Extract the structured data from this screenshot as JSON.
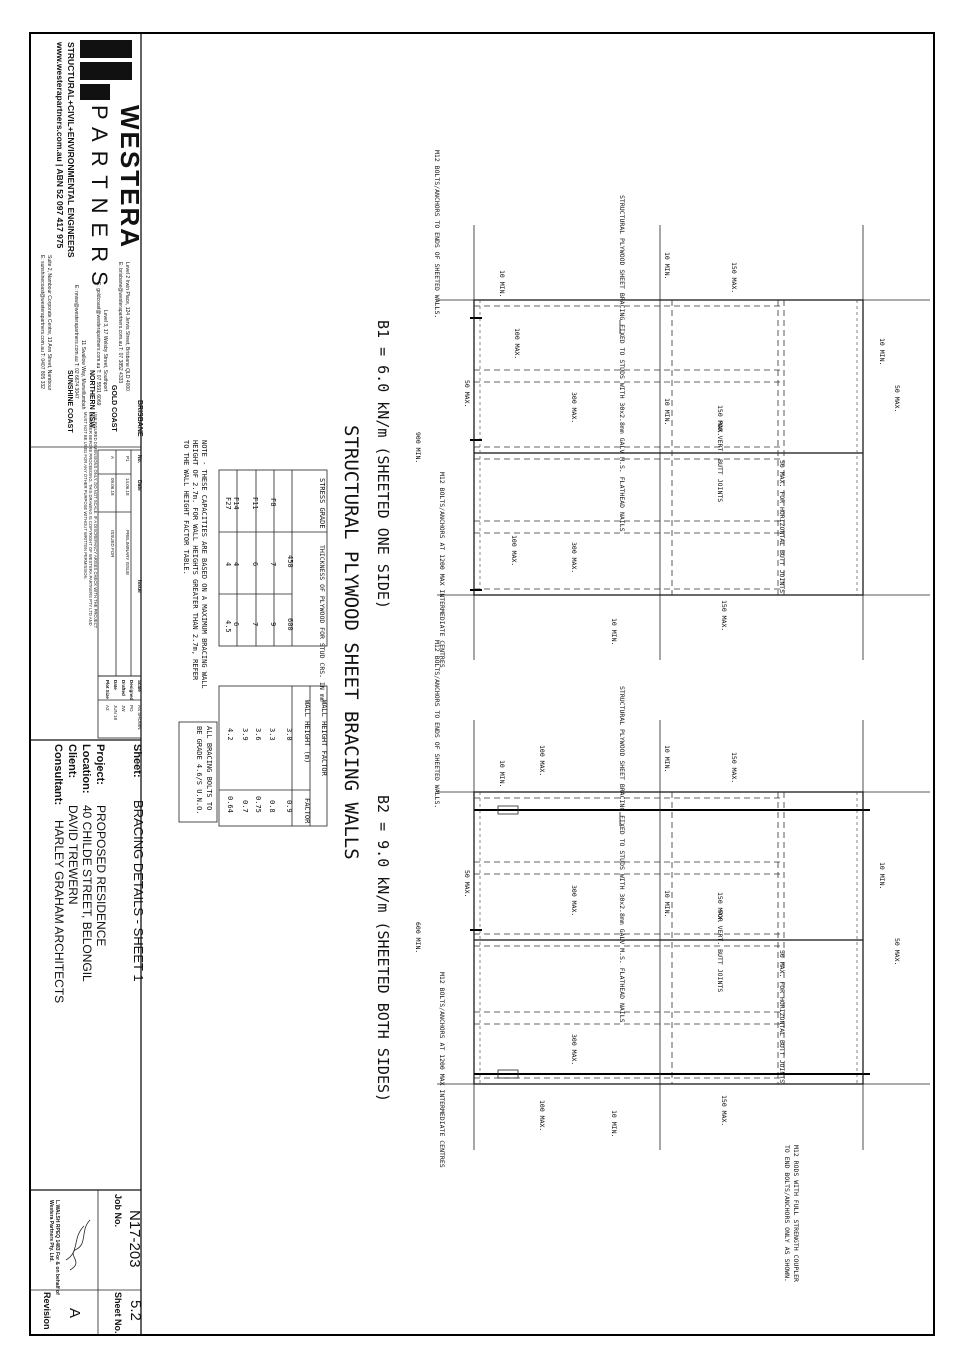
{
  "title": "STRUCTURAL PLYWOOD SHEET BRACING WALLS",
  "b1_caption": "B1 = 6.0 kN/m (SHEETED ONE SIDE)",
  "b2_caption": "B2 = 9.0 kN/m (SHEETED BOTH SIDES)",
  "annotations": {
    "m12_ends": "M12 BOLTS/ANCHORS TO ENDS OF SHEETED WALLS.",
    "ply_bracing": "STRUCTURAL PLYWOOD SHEET BRACING FIXED TO STUDS WITH 30x2.8mm GALV M.S. FLATHEAD NAILS",
    "min10": "10 MIN.",
    "max50": "50 MAX.",
    "max100": "100 MAX.",
    "max150": "150 MAX.",
    "max300": "300 MAX.",
    "vert_butt": "FOR VERT. BUTT JOINTS",
    "horiz_butt": "50 MAX. FOR HORIZONTAL BUTT JOINTS",
    "m12_1200": "M12 BOLTS/ANCHORS AT 1200 MAX INTERMEDIATE CENTRES",
    "min900": "900 MIN.",
    "min600": "600 MIN.",
    "m12_rods": "M12 RODS WITH FULL STRENGTH COUPLER TO END BOLTS/ANCHORS ONLY AS SHOWN."
  },
  "stress_table": {
    "col1_header": "STRESS GRADE",
    "col2_header": "THICKNESS OF PLYWOOD FOR STUD CRS. IN mm",
    "sub_headers": [
      "450",
      "600"
    ],
    "rows": [
      {
        "grade": "F8",
        "v450": "7",
        "v600": "9"
      },
      {
        "grade": "F11",
        "v450": "6",
        "v600": "7"
      },
      {
        "grade": "F14",
        "v450": "4",
        "v600": "6"
      },
      {
        "grade": "F27",
        "v450": "4",
        "v600": "4.5"
      }
    ]
  },
  "factor_table": {
    "header": "WALL HEIGHT FACTOR",
    "col1": "WALL HEIGHT (m)",
    "col2": "FACTOR",
    "rows": [
      {
        "h": "3.0",
        "f": "0.9"
      },
      {
        "h": "3.3",
        "f": "0.8"
      },
      {
        "h": "3.6",
        "f": "0.75"
      },
      {
        "h": "3.9",
        "f": "0.7"
      },
      {
        "h": "4.2",
        "f": "0.64"
      }
    ]
  },
  "note": "NOTE - THESE CAPACITIES ARE BASED ON A MAXIMUM BRACING WALL HEIGHT OF 2.7m. FOR WALL HEIGHTS GREATER THAN 2.7m, REFER TO THE WALL HEIGHT FACTOR TABLE.",
  "bolt_note": "ALL BRACING BOLTS TO BE GRADE 4.6/S U.N.O.",
  "company": {
    "name": "WESTERA",
    "partners": "PARTNERS",
    "tagline": "STRUCTURAL+CIVIL+ENVIRONMENTAL ENGINEERS",
    "web": "www.westerapartners.com.au | ABN 52 097 417 975",
    "offices": [
      {
        "city": "BRISBANE",
        "line1": "Level 2 Irwin Place, 124 Jervis Street, Brisbane QLD 4000",
        "line2": "E: brisbane@westerapartners.com.au  T: 07 3852 4333"
      },
      {
        "city": "GOLD COAST",
        "line1": "Level 3, 17 Welsby Street, Southport",
        "line2": "E: goldcoast@westerapartners.com.au  T: 07 5591 6069"
      },
      {
        "city": "NORTHERN NSW",
        "line1": "11 Swallow Way, Murwillumbah",
        "line2": "E: nnsw@westerapartners.com.au  T: 02 6674 3047"
      },
      {
        "city": "SUNSHINE COAST",
        "line1": "Suite 2, Nambour Corporate Centre, 13 Ann Street, Nambour",
        "line2": "E: sunshinecoast@westerapartners.com.au  T: 0407 805 332"
      }
    ]
  },
  "revisions": {
    "headers": [
      "No.",
      "Date",
      "Issue"
    ],
    "rows": [
      {
        "no": "P1",
        "date": "14.06.18",
        "issue": "PRELIMINARY ISSUE"
      },
      {
        "no": "A",
        "date": "09.06.18",
        "issue": "ISSUED FOR"
      }
    ]
  },
  "disclaimer": "USE FIGURED DIMENSIONS ONLY. DO NOT SCALE. IF A DISCREPANCY ARISES CHECK WITH THE PROJECT ENGINEER BEFORE PROCEEDING. THIS DRAWING IS COPYRIGHT OF WESTERA PARTNERS PTY LTD AND MUST NOT BE USED FOR ANY OTHER PURPOSE WITHOUT WRITTEN PERMISSION.",
  "details": [
    {
      "label": "Scale",
      "value": "AS SHOWN"
    },
    {
      "label": "Designed",
      "value": "PO"
    },
    {
      "label": "Drafted",
      "value": "JW"
    },
    {
      "label": "Date",
      "value": "JUN 18"
    },
    {
      "label": "Plot Size",
      "value": "A3"
    }
  ],
  "titleblock": {
    "sheet_label": "Sheet:",
    "sheet": "BRACING DETAILS - SHEET 1",
    "project_label": "Project:",
    "project": "PROPOSED RESIDENCE",
    "location_label": "Location:",
    "location": "40 CHILDE STREET, BELONGIL",
    "client_label": "Client:",
    "client": "DAVID TREWERN",
    "consultant_label": "Consultant:",
    "consultant": "HARLEY GRAHAM ARCHITECTS",
    "job_label": "Job No.",
    "job": "N17-203",
    "sheetno_label": "Sheet No.",
    "sheetno": "5.2",
    "rev_label": "Revision",
    "rev": "A",
    "rpeq": "L.WALSH  RPEQ 1483  For & on behalf of Westera Partners Pty. Ltd."
  },
  "colors": {
    "line": "#111111",
    "paper": "#ffffff"
  }
}
